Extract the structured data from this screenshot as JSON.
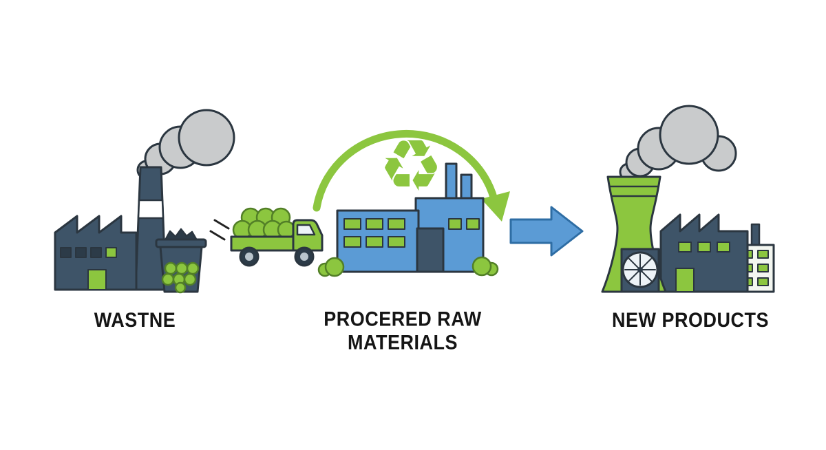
{
  "diagram": {
    "recycle_symbol": "♻",
    "stages": [
      {
        "id": "waste",
        "label": "WASTNE"
      },
      {
        "id": "processed-raw-materials",
        "label": "PROCERED RAW MATERIALS"
      },
      {
        "id": "new-products",
        "label": "NEW PRODUCTS"
      }
    ]
  },
  "colors": {
    "slate": "#3e5468",
    "dark": "#2c3b48",
    "green": "#8cc63f",
    "green-dark": "#527f27",
    "blue": "#5b9bd5",
    "blue-dark": "#2e6da4",
    "smoke": "#c9cbcc",
    "outline": "#2b3640",
    "pale": "#f3f6f0",
    "text": "#151515"
  }
}
